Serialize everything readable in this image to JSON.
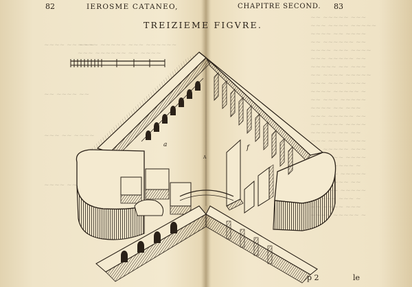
{
  "header": {
    "left_page_number": "82",
    "left_running_title": "IEROSME CATANEO,",
    "right_running_title": "CHAPITRE SECOND.",
    "right_page_number": "83"
  },
  "plate": {
    "title": "TREIZIEME FIGVRE.",
    "label_a": "a",
    "label_f": "f",
    "label_center": "A"
  },
  "footer": {
    "signature": "p 2",
    "catchword": "le"
  },
  "colors": {
    "paper": "#efe4c8",
    "ink": "#2a2118"
  }
}
